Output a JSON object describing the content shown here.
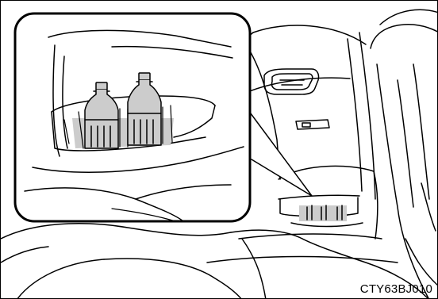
{
  "figure": {
    "code": "CTY63BJ010",
    "subject": "rear-door-bottle-holder",
    "items": [
      {
        "name": "bottle"
      },
      {
        "name": "bottle"
      }
    ],
    "colors": {
      "line": "#000000",
      "background": "#ffffff",
      "highlight": "#cccccc"
    }
  }
}
